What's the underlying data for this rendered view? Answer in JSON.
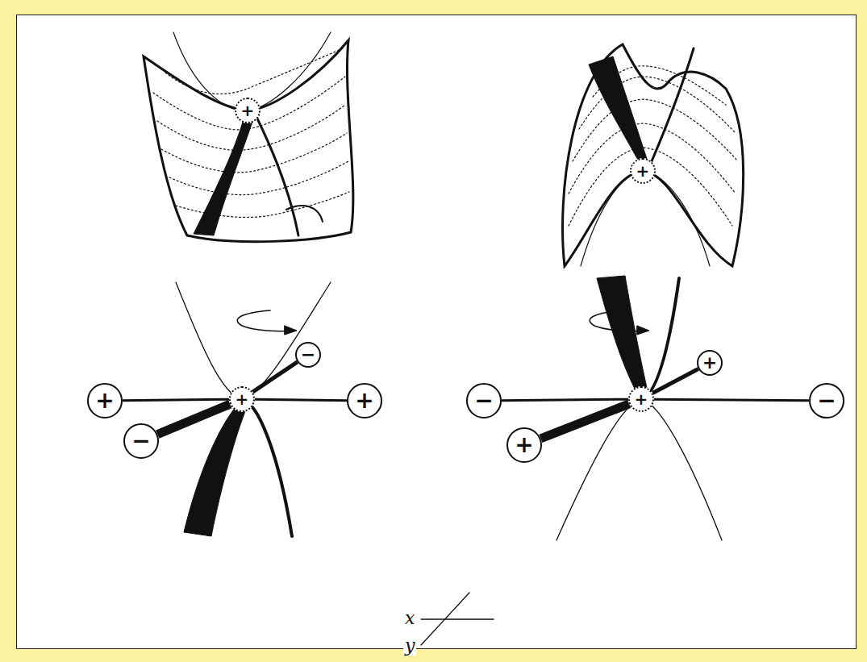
{
  "diagram": {
    "nodes": [
      {
        "text": [
          "+"
        ]
      },
      {
        "text": [
          "+"
        ]
      },
      {
        "text": [
          "+"
        ]
      },
      {
        "text": [
          "−"
        ]
      },
      {
        "text": [
          "+"
        ]
      },
      {
        "text": [
          "−"
        ]
      },
      {
        "text": [
          "+"
        ]
      },
      {
        "text": [
          "−"
        ]
      },
      {
        "text": [
          "+"
        ]
      },
      {
        "text": [
          "+"
        ]
      },
      {
        "text": [
          "+"
        ]
      },
      {
        "text": [
          "−"
        ]
      }
    ],
    "edges": [
      {
        "from": 4,
        "to": 2,
        "arrow": "none"
      },
      {
        "from": 4,
        "to": 3,
        "arrow": "none"
      },
      {
        "from": 4,
        "to": 5,
        "arrow": "none"
      },
      {
        "from": 4,
        "to": 6,
        "arrow": "none"
      },
      {
        "from": 9,
        "to": 7,
        "arrow": "none"
      },
      {
        "from": 9,
        "to": 8,
        "arrow": "none"
      },
      {
        "from": 9,
        "to": 10,
        "arrow": "none"
      },
      {
        "from": 9,
        "to": 11,
        "arrow": "none"
      }
    ],
    "labels": [
      "x",
      "y"
    ]
  }
}
